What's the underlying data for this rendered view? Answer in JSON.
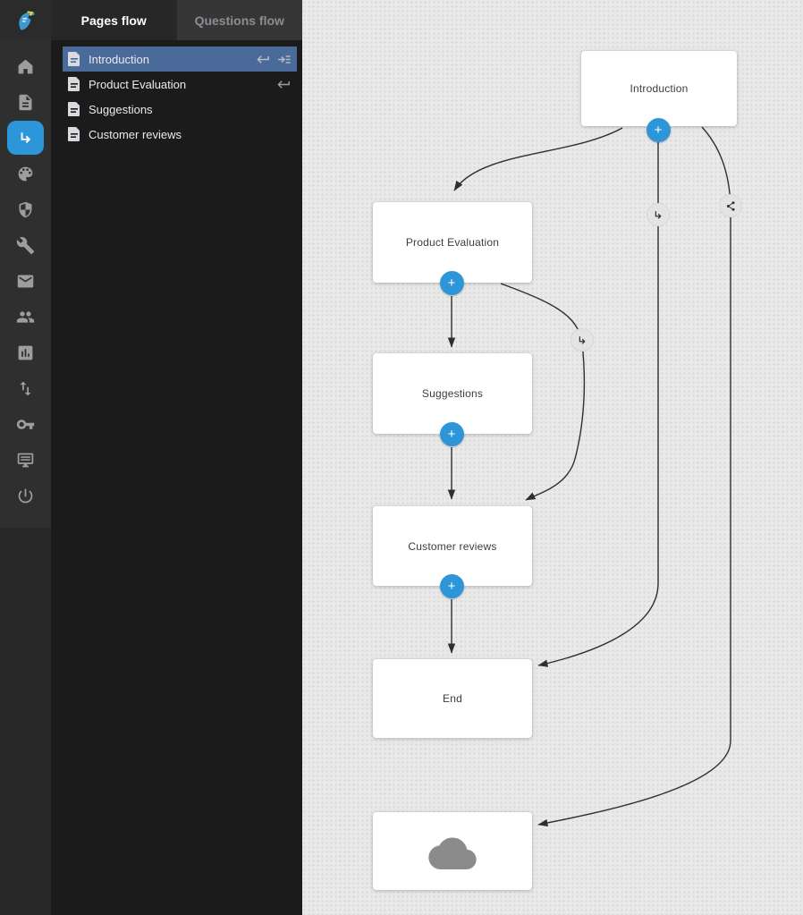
{
  "header": {
    "tabs": [
      {
        "label": "Pages flow",
        "active": true
      },
      {
        "label": "Questions flow",
        "active": false
      }
    ]
  },
  "rail": {
    "active_item": "pages-flow",
    "items": [
      "home",
      "pages",
      "pages-flow",
      "themes",
      "security",
      "settings",
      "mail",
      "users",
      "statistics",
      "import-export",
      "access-key",
      "console",
      "logout"
    ]
  },
  "pages_list": [
    {
      "label": "Introduction",
      "selected": true,
      "trailing_icons": [
        "return",
        "jump-to"
      ]
    },
    {
      "label": "Product Evaluation",
      "selected": false,
      "trailing_icons": [
        "return"
      ]
    },
    {
      "label": "Suggestions",
      "selected": false,
      "trailing_icons": []
    },
    {
      "label": "Customer reviews",
      "selected": false,
      "trailing_icons": []
    }
  ],
  "flow": {
    "add_button_label": "+",
    "nodes": [
      {
        "label": "Introduction",
        "has_add": true
      },
      {
        "label": "Product Evaluation",
        "has_add": true
      },
      {
        "label": "Suggestions",
        "has_add": true
      },
      {
        "label": "Customer reviews",
        "has_add": true
      },
      {
        "label": "End",
        "has_add": false
      },
      {
        "label": "",
        "icon": "cloud-icon",
        "has_add": false
      }
    ],
    "edge_badges": [
      "branch",
      "share",
      "branch"
    ]
  },
  "colors": {
    "accent_blue": "#2d96d9",
    "selected_row": "#4a6b99",
    "canvas_bg": "#e9e9e9",
    "edge_line": "#2f2f2f",
    "panel_bg": "#1b1b1b"
  }
}
